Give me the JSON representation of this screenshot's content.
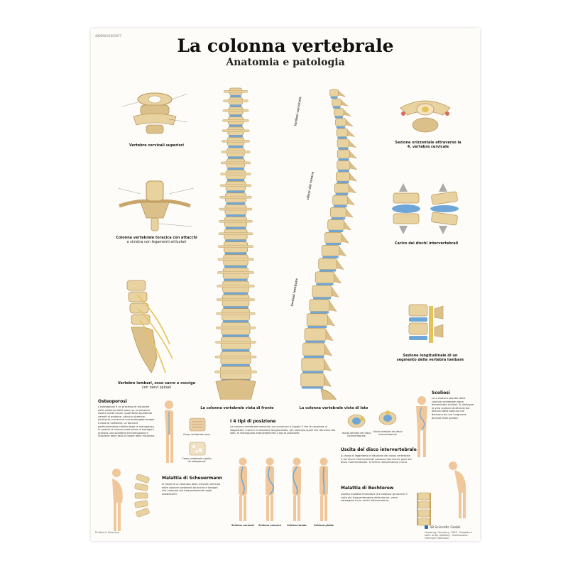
{
  "poster": {
    "code": "4006903/1001977",
    "title": "La colonna vertebrale",
    "subtitle": "Anatomia e patologia"
  },
  "captions": {
    "cervical": "Vertebre cervicali superiori",
    "thoracic_title": "Colonna vertebrale toracica con attacchi",
    "thoracic_sub": "a sinistra con legamenti articolari",
    "lumbar_title": "Vertebre lombari, osso sacro e coccige",
    "lumbar_sub": "con nervi spinali",
    "front": "La colonna vertebrale vista di fronte",
    "side": "La colonna vertebrale vista di lato",
    "section_title": "Sezione orizzontale attraverso la",
    "section_sub": "4. vertebra cervicale",
    "disc_title": "Carico dei dischi intervertebrali",
    "long_title": "Sezione longitudinale di un",
    "long_sub": "segmento della vertebra lombare"
  },
  "side_labels": {
    "cervical": "lordosi cervicale",
    "thoracic": "cifosi del torace",
    "lumbar": "lordosi lombare"
  },
  "sections": {
    "osteoporosi": {
      "heading": "Osteoporosi",
      "body": "L'osteoporosi è un processo di riduzione della sostanza delle ossa; se ne possono essere molte cause, quali diete squilibrate carenti di proteine, calcio e vitamine, alcolismo, ma anche una prolungata terapia a base di cortisone. La donna è particolarmente colpita dopo la menopausa, in quanto la minore produzione di estrogeni provoca uno squilibrio tra formazione e riduzione delle ossa a favore della riduzione.",
      "label_healthy": "Corpo vertebrale sano",
      "label_sick": "Corpo vertebrale colpito da osteoporosi"
    },
    "posizione": {
      "heading": "I 4 tipi di posizione",
      "body": "La colonna vertebrale presenta una curvatura a doppia S che le consente di sopportare i carichi in direzione longitudinale, per esempio quelli che derivano dai salti. Si distinguono essenzialmente 4 tipi di posizione.",
      "types": [
        "Schiena normale",
        "Schiena concava",
        "Schiena tonda",
        "Schiena piatta"
      ]
    },
    "scoliosi": {
      "heading": "Scoliosi",
      "body": "La curvatura laterale della colonna vertebrale viene denominata scoliosi. Si distingue la vera scoliosi strutturale dai disturbi della postura che derivano da una lunghezza diversa delle gambe."
    },
    "scheuermann": {
      "heading": "Malattia di Scheuermann",
      "body": "Si tratta di un disturbo della crescita nell'area delle colonne vertebrali toraciche e lombari che compare più frequentemente negli adolescenti."
    },
    "disco": {
      "heading": "Uscita del disco intervertebrale",
      "body": "A causa di legamento e riduzione del corpo vertebrale e dei dischi intervertebrali possono fuoriuscire parti del disco intervertebrale. Si forma comprimendo i nervi.",
      "label_a": "Uscita laterale del disco intervertebrale",
      "label_b": "Uscita mediale del disco intervertebrale"
    },
    "bechterew": {
      "heading": "Malattia di Bechterew",
      "body": "Questa malattia reumatica che colpisce gli uomini 9 volte più frequentemente delle donne, viene catalogata fra le artriti infiammatorie."
    }
  },
  "footer": {
    "printed": "Printed in Germany",
    "publisher": "3B Scientific GmbH",
    "credits": "Hamburg, Germany, 1995 · Progetto e testi: Antje Hettberg · Illustrazione: Hermann Heitmann"
  },
  "colors": {
    "bone": "#e8d2a0",
    "bone_dark": "#b8955a",
    "disc": "#6ea6d8",
    "skin": "#efc79b",
    "nerve": "#e6c35a"
  }
}
